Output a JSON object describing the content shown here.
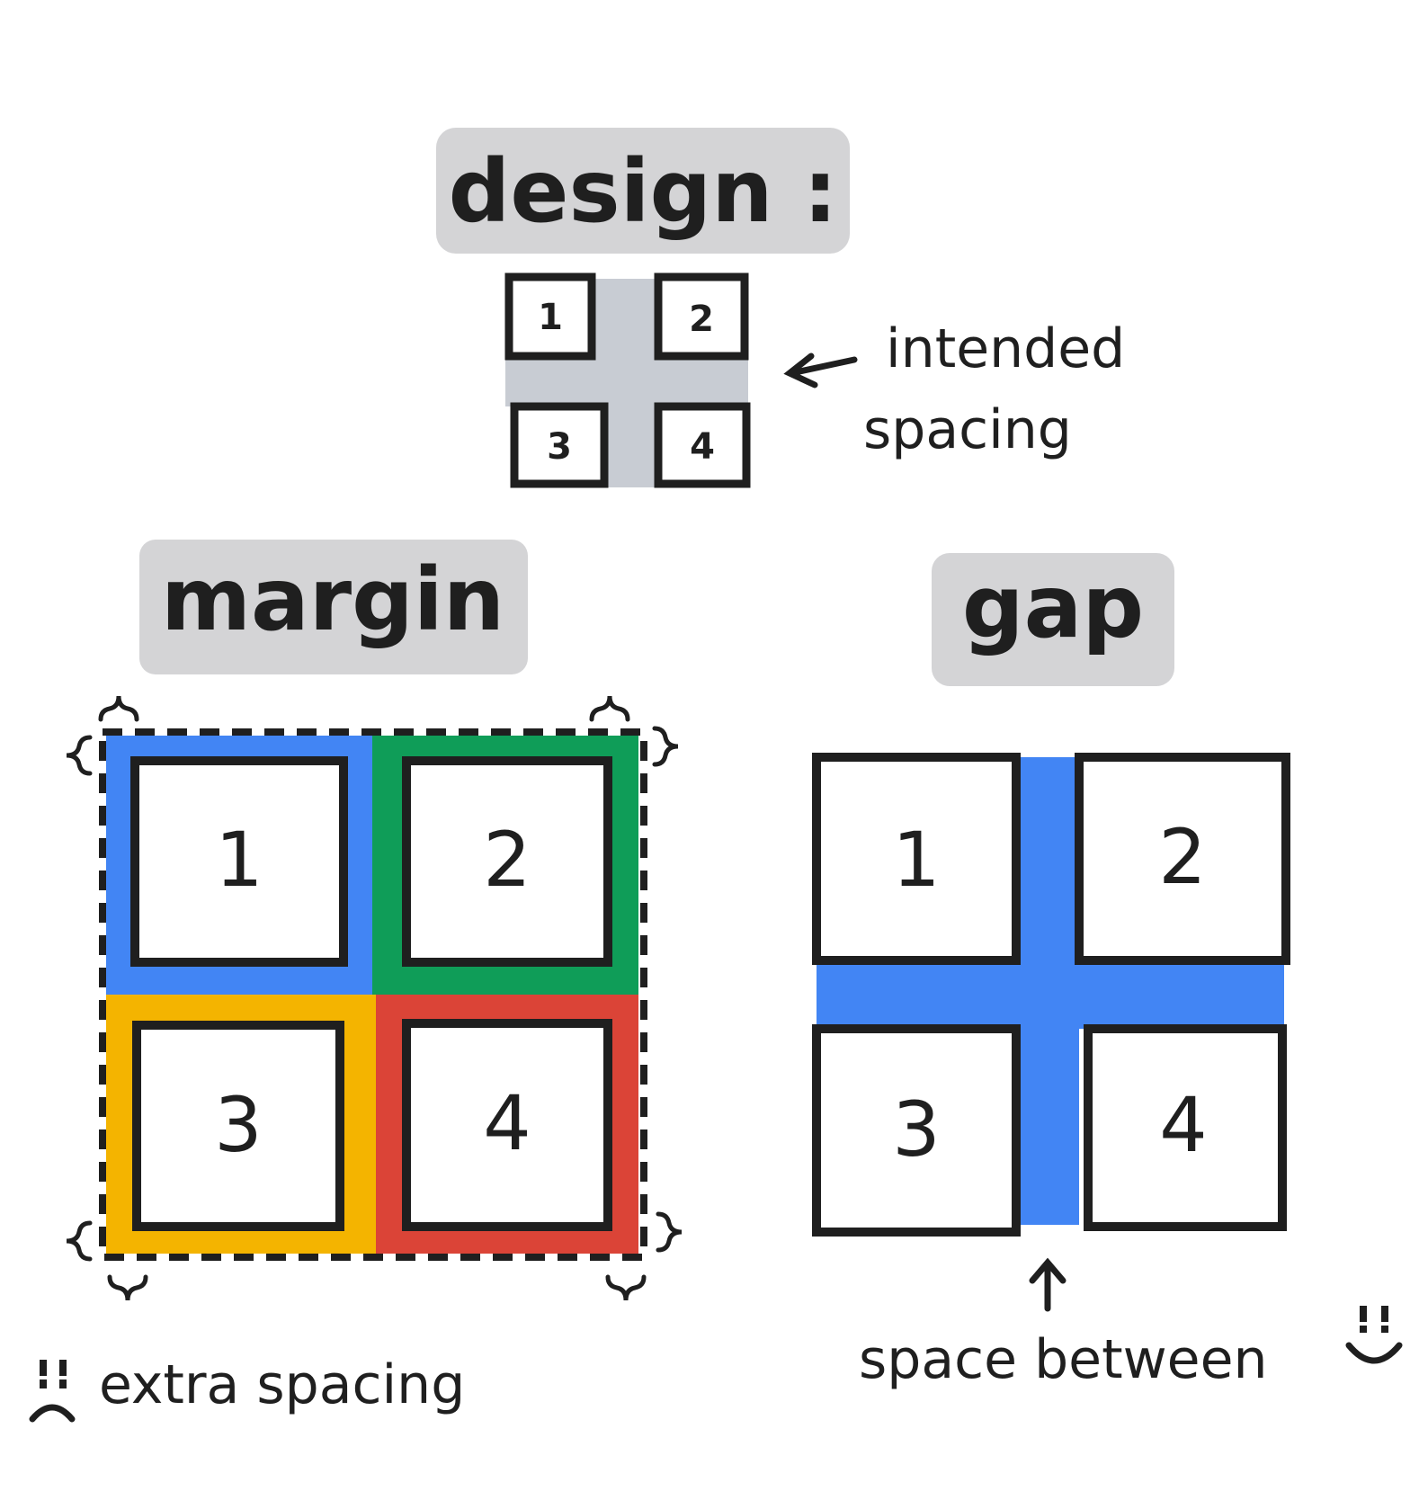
{
  "design": {
    "title": "design :",
    "cells": [
      "1",
      "2",
      "3",
      "4"
    ],
    "annotation_line1": "intended",
    "annotation_line2": "spacing",
    "gap_color": "#c8ccd3"
  },
  "margin": {
    "title": "margin",
    "cells": [
      "1",
      "2",
      "3",
      "4"
    ],
    "cell_colors": [
      "#4285f4",
      "#0f9d58",
      "#f4b400",
      "#db4437"
    ],
    "caption": "extra spacing",
    "face": "sad"
  },
  "gap": {
    "title": "gap",
    "cells": [
      "1",
      "2",
      "3",
      "4"
    ],
    "gap_color": "#4285f4",
    "caption": "space between",
    "face": "happy"
  },
  "colors": {
    "ink": "#1f1f1f",
    "label_bg": "#d4d4d6"
  }
}
